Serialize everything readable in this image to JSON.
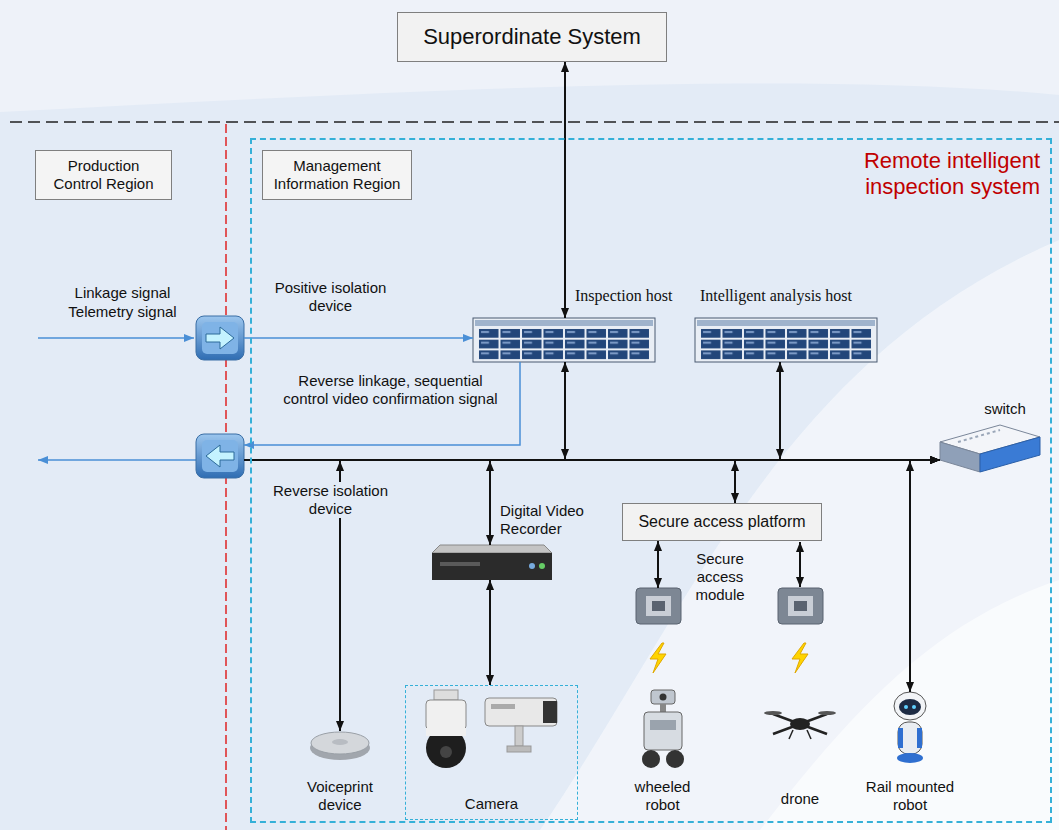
{
  "diagram": {
    "nodes": [
      {
        "text": [
          "Superordinate System"
        ]
      },
      {
        "text": [
          "Production Control Region"
        ]
      },
      {
        "text": [
          "Remote intelligent inspection system"
        ]
      },
      {
        "text": [
          "Management Information Region"
        ],
        "in": 2
      },
      {
        "text": [
          "Positive isolation device"
        ]
      },
      {
        "text": [
          "Inspection host"
        ],
        "in": 2
      },
      {
        "text": [
          "Intelligent analysis host"
        ],
        "in": 2
      },
      {
        "text": [
          "Reverse isolation device"
        ]
      },
      {
        "text": [
          "switch"
        ],
        "in": 2
      },
      {
        "text": [
          "Digital Video Recorder"
        ],
        "in": 2
      },
      {
        "text": [
          "Secure access platform"
        ],
        "in": 2
      },
      {
        "text": [
          "Secure access module"
        ],
        "in": 2
      },
      {
        "text": [
          "Voiceprint device"
        ],
        "in": 2
      },
      {
        "text": [
          "Camera"
        ],
        "in": 2
      },
      {
        "text": [
          "wheeled robot"
        ],
        "in": 2
      },
      {
        "text": [
          "drone"
        ],
        "in": 2
      },
      {
        "text": [
          "Rail mounted robot"
        ],
        "in": 2
      }
    ],
    "edges": [
      {
        "from": 0,
        "to": 5,
        "arrow": "both"
      },
      {
        "from": 4,
        "to": 5,
        "arrow": "to"
      },
      {
        "from": 5,
        "to": 7,
        "label": "Reverse linkage, sequential control video confirmation signal",
        "arrow": "to"
      },
      {
        "from": 7,
        "to": 8,
        "arrow": "none"
      },
      {
        "from": 5,
        "to": 8,
        "arrow": "both"
      },
      {
        "from": 6,
        "to": 8,
        "arrow": "both"
      },
      {
        "from": 12,
        "to": 8,
        "arrow": "both"
      },
      {
        "from": 9,
        "to": 8,
        "arrow": "both"
      },
      {
        "from": 10,
        "to": 8,
        "arrow": "both"
      },
      {
        "from": 16,
        "to": 8,
        "arrow": "both"
      },
      {
        "from": 9,
        "to": 13,
        "arrow": "both"
      },
      {
        "from": 10,
        "to": 11,
        "arrow": "both"
      }
    ],
    "labels": [
      "Linkage signal",
      "Telemetry signal"
    ]
  }
}
